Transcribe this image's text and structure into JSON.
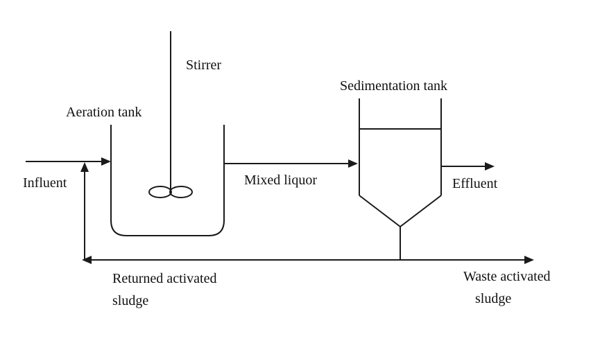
{
  "diagram": {
    "labels": {
      "stirrer": "Stirrer",
      "aeration_tank": "Aeration tank",
      "sedimentation_tank": "Sedimentation tank",
      "influent": "Influent",
      "mixed_liquor": "Mixed liquor",
      "effluent": "Effluent",
      "returned_sludge": {
        "line1": "Returned activated",
        "line2": "sludge"
      },
      "waste_sludge": {
        "line1": "Waste activated",
        "line2": "sludge"
      }
    },
    "colors": {
      "line": "#1a1a1a",
      "text": "#111111",
      "background": "#ffffff"
    }
  }
}
